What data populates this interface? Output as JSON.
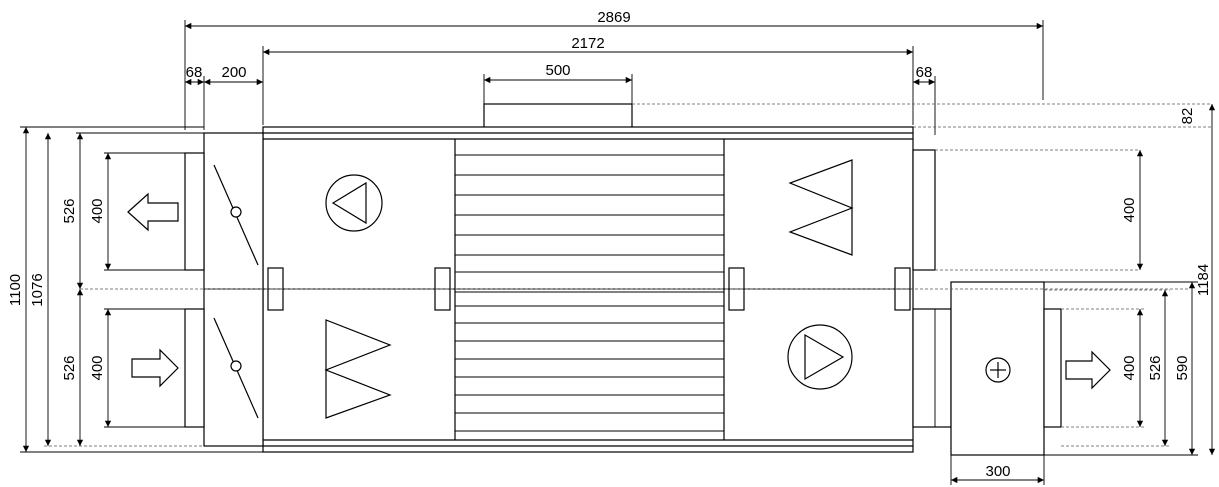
{
  "dimensions": {
    "overall_length": "2869",
    "unit_length": "2172",
    "top_outlet_width": "500",
    "left_flange": "68",
    "left_damper": "200",
    "right_flange": "68",
    "top_outlet_height": "82",
    "total_height": "1100",
    "body_height": "1076",
    "upper_section": "526",
    "upper_duct": "400",
    "lower_section": "526",
    "lower_duct": "400",
    "right_upper_duct": "400",
    "overall_height_right": "1184",
    "heater_duct": "400",
    "heater_section": "526",
    "heater_height": "590",
    "heater_width": "300"
  }
}
